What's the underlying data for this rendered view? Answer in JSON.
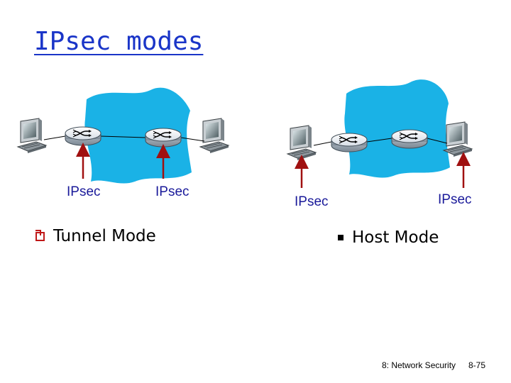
{
  "slide": {
    "title": "IPsec modes"
  },
  "labels": {
    "tunnel_left": "IPsec",
    "tunnel_right": "IPsec",
    "host_left": "IPsec",
    "host_right": "IPsec"
  },
  "bullets": {
    "tunnel_mode": "Tunnel Mode",
    "host_mode": "Host Mode"
  },
  "footer": {
    "chapter": "8: Network Security",
    "page": "8-75"
  },
  "colors": {
    "network_cloud": "#1ab2e6",
    "arrow": "#a01010",
    "title": "#1a35c8",
    "label": "#1a1a9a",
    "bullet_tunnel": "#c01818"
  },
  "icons": {
    "router": "router-icon",
    "host": "computer-icon",
    "network": "network-cloud-icon"
  }
}
